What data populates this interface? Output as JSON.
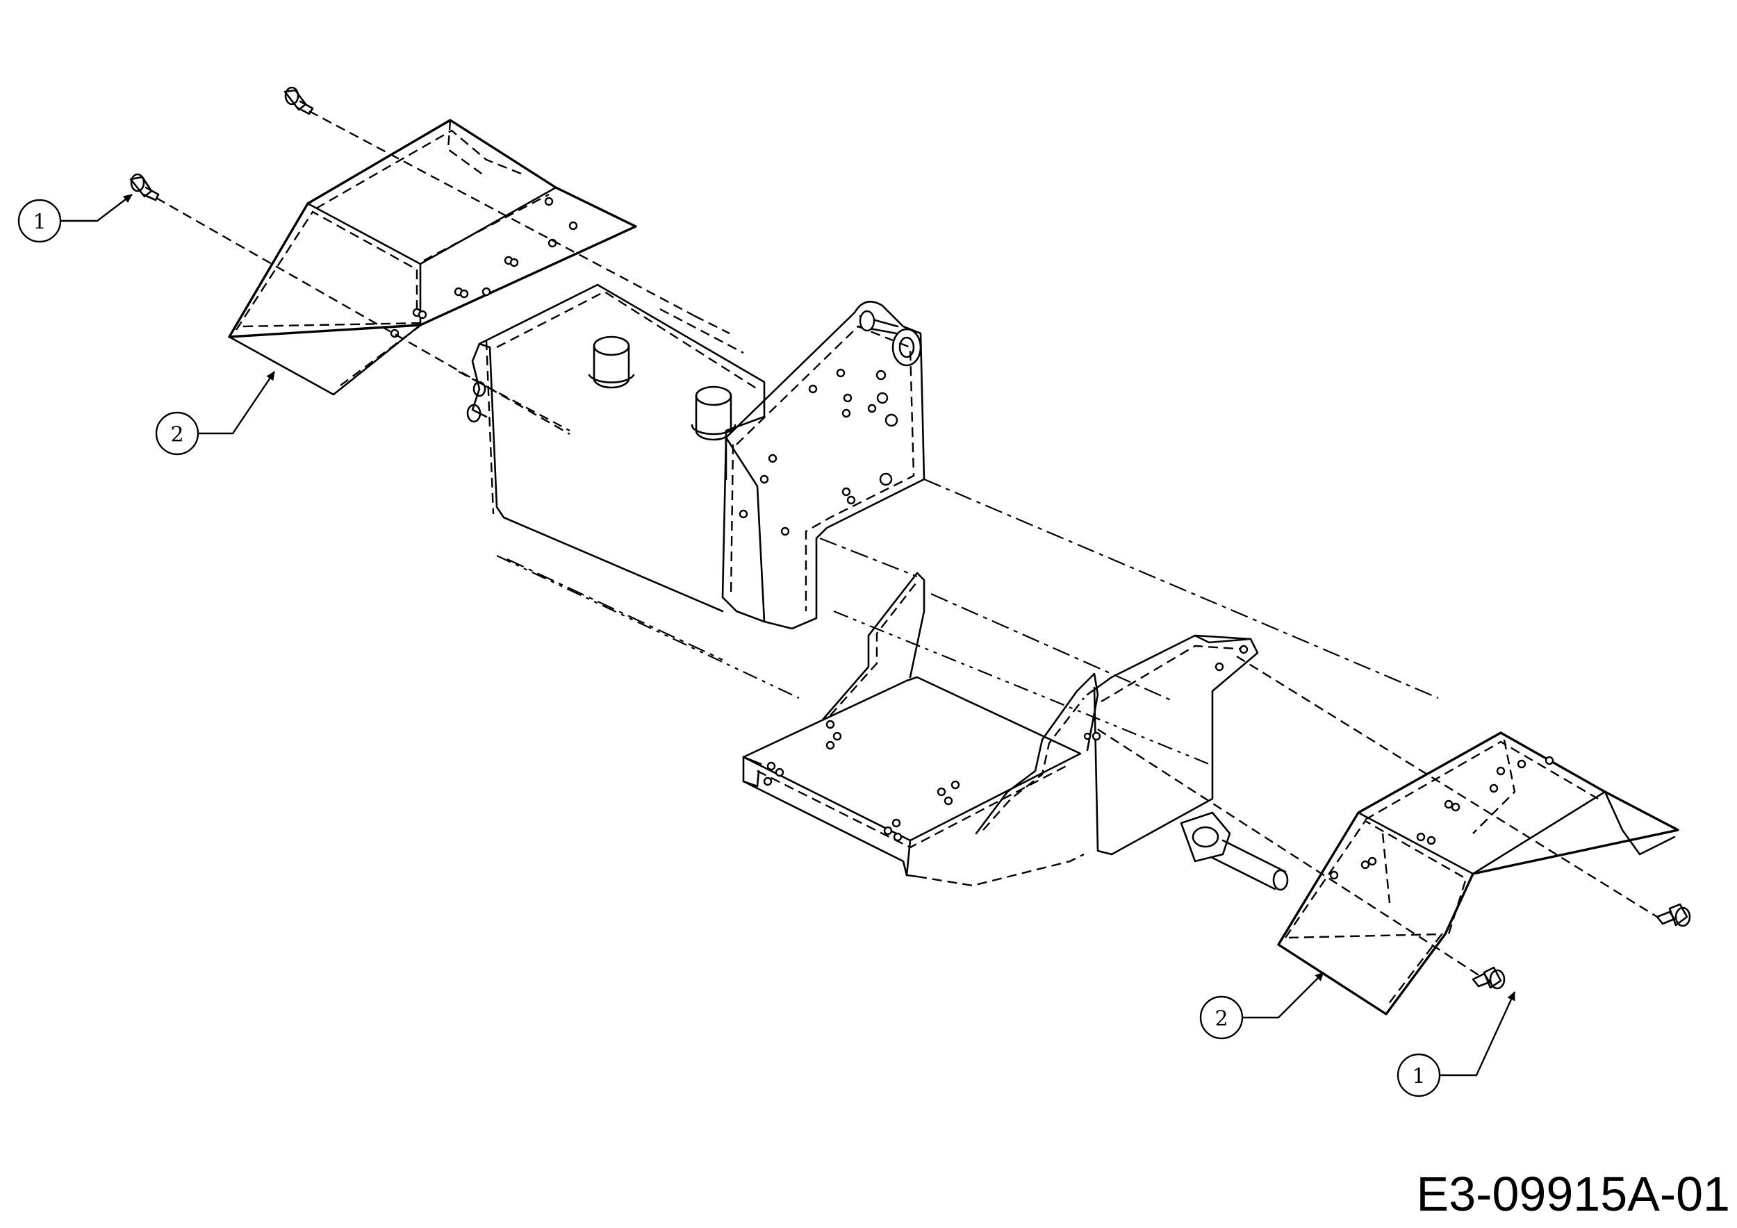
{
  "drawing_code": "E3-09915A-01",
  "callouts": [
    {
      "label": "1"
    },
    {
      "label": "2"
    },
    {
      "label": "2"
    },
    {
      "label": "1"
    }
  ],
  "colors": {
    "line": "#000000",
    "background": "#ffffff"
  }
}
